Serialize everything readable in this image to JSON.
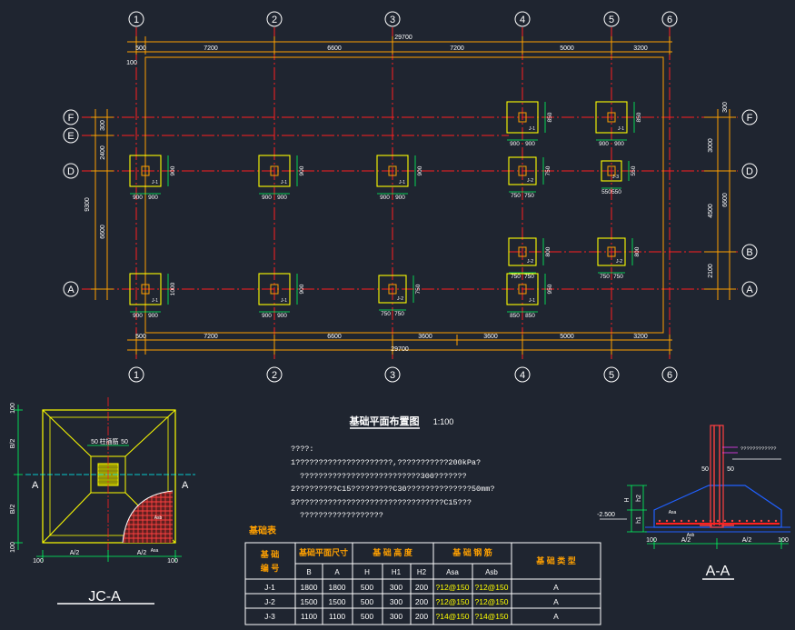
{
  "plan": {
    "title": "基础平面布置图",
    "scale": "1:100",
    "axes_x": [
      "1",
      "2",
      "3",
      "4",
      "5",
      "6"
    ],
    "axes_y": [
      "A",
      "B",
      "D",
      "E",
      "F"
    ],
    "total_width": "29700",
    "top_spans": [
      "500",
      "7200",
      "6600",
      "7200",
      "5000",
      "3200"
    ],
    "bottom_spans": [
      "500",
      "7200",
      "6600",
      "3600",
      "3600",
      "5000",
      "3200"
    ],
    "left_small": "100",
    "left_dims": [
      "300",
      "2400",
      "6600",
      "9300"
    ],
    "right_dims": [
      "300",
      "3000",
      "4500",
      "6600",
      "2100"
    ],
    "footings": [
      {
        "tag": "J-1",
        "w": "900",
        "h": "850"
      },
      {
        "tag": "J-1",
        "w": "900",
        "h": "850"
      },
      {
        "tag": "J-2",
        "w": "750",
        "h": "750"
      },
      {
        "tag": "J-3",
        "w": "550",
        "h": "550"
      },
      {
        "tag": "J-2",
        "w": "750",
        "h": "800"
      },
      {
        "tag": "J-2",
        "w": "750",
        "h": "800"
      },
      {
        "tag": "J-1",
        "w": "900",
        "h": "900"
      },
      {
        "tag": "J-1",
        "w": "900",
        "h": "900"
      },
      {
        "tag": "J-1",
        "w": "900",
        "h": "900"
      },
      {
        "tag": "J-1",
        "w": "900",
        "h": "1000"
      },
      {
        "tag": "J-1",
        "w": "900",
        "h": "900"
      },
      {
        "tag": "J-2",
        "w": "750",
        "h": "750"
      },
      {
        "tag": "J-1",
        "w": "850",
        "h": "950"
      }
    ]
  },
  "notes": {
    "header": "????:",
    "lines": [
      "1?????????????????????,???????????200kPa?",
      "??????????????????????????300???????",
      "2?????????C15?????????C30??????????????50mm?",
      "3????????????????????????????????C15???",
      "??????????????????"
    ]
  },
  "table": {
    "title": "基础表",
    "headers": [
      "基 础\n编 号",
      "基础平面尺寸",
      "基 础 高 度",
      "基 础 钢 筋",
      "基 础 类 型"
    ],
    "subheaders": [
      "B",
      "A",
      "H",
      "H1",
      "H2",
      "Asa",
      "Asb"
    ],
    "rows": [
      [
        "J-1",
        "1800",
        "1800",
        "500",
        "300",
        "200",
        "?12@150",
        "?12@150",
        "A"
      ],
      [
        "J-2",
        "1500",
        "1500",
        "500",
        "300",
        "200",
        "?12@150",
        "?12@150",
        "A"
      ],
      [
        "J-3",
        "1100",
        "1100",
        "500",
        "300",
        "200",
        "?14@150",
        "?14@150",
        "A"
      ]
    ]
  },
  "detail_jc": {
    "title": "JC-A",
    "column_label": "柱插筋",
    "dim_50": "50",
    "section_mark": "A",
    "b2": "B/2",
    "a2": "A/2",
    "dim_100": "100",
    "asb": "Asb",
    "asa": "Asa"
  },
  "detail_aa": {
    "title": "A-A",
    "level": "-2.500",
    "h_labels": [
      "H",
      "h1",
      "h2"
    ],
    "dims": [
      "100",
      "A/2",
      "A/2",
      "100"
    ],
    "dim_50": "50",
    "asa": "Asa",
    "asb": "Asb",
    "note": "????????????"
  },
  "colors": {
    "background": "#1f2530",
    "axis": "#ff2020",
    "dimension": "#ffa000",
    "footing": "#ffff00",
    "column": "#ff4040",
    "rebar": "#ff40ff",
    "text": "#ffffff",
    "green": "#00ff60",
    "cyan": "#00ffff",
    "table_line": "#ffffff",
    "blue": "#2060ff"
  }
}
